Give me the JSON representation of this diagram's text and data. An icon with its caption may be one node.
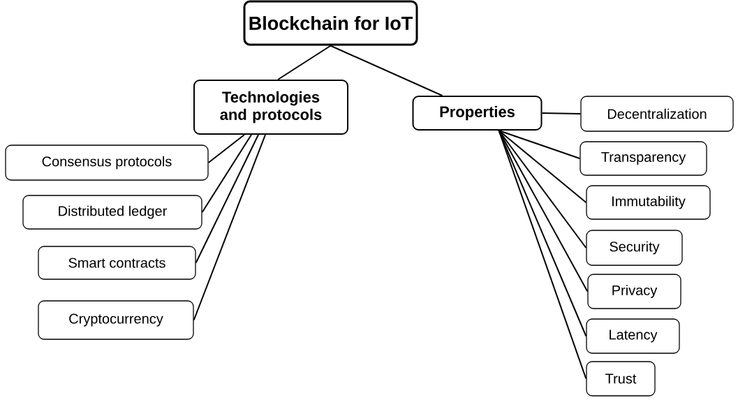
{
  "diagram": {
    "nodes": [
      {
        "text": [
          "Blockchain for IoT"
        ]
      },
      {
        "text": [
          "Technologies and protocols"
        ]
      },
      {
        "text": [
          "Properties"
        ]
      },
      {
        "text": [
          "Consensus protocols"
        ]
      },
      {
        "text": [
          "Distributed ledger"
        ]
      },
      {
        "text": [
          "Smart contracts"
        ]
      },
      {
        "text": [
          "Cryptocurrency"
        ]
      },
      {
        "text": [
          "Decentralization"
        ]
      },
      {
        "text": [
          "Transparency"
        ]
      },
      {
        "text": [
          "Immutability"
        ]
      },
      {
        "text": [
          "Security"
        ]
      },
      {
        "text": [
          "Privacy"
        ]
      },
      {
        "text": [
          "Latency"
        ]
      },
      {
        "text": [
          "Trust"
        ]
      }
    ],
    "edges": [
      {
        "from": 0,
        "to": 1,
        "arrow": "none"
      },
      {
        "from": 0,
        "to": 2,
        "arrow": "none"
      },
      {
        "from": 1,
        "to": 3,
        "arrow": "none"
      },
      {
        "from": 1,
        "to": 4,
        "arrow": "none"
      },
      {
        "from": 1,
        "to": 5,
        "arrow": "none"
      },
      {
        "from": 1,
        "to": 6,
        "arrow": "none"
      },
      {
        "from": 2,
        "to": 7,
        "arrow": "none"
      },
      {
        "from": 2,
        "to": 8,
        "arrow": "none"
      },
      {
        "from": 2,
        "to": 9,
        "arrow": "none"
      },
      {
        "from": 2,
        "to": 10,
        "arrow": "none"
      },
      {
        "from": 2,
        "to": 11,
        "arrow": "none"
      },
      {
        "from": 2,
        "to": 12,
        "arrow": "none"
      },
      {
        "from": 2,
        "to": 13,
        "arrow": "none"
      }
    ]
  }
}
